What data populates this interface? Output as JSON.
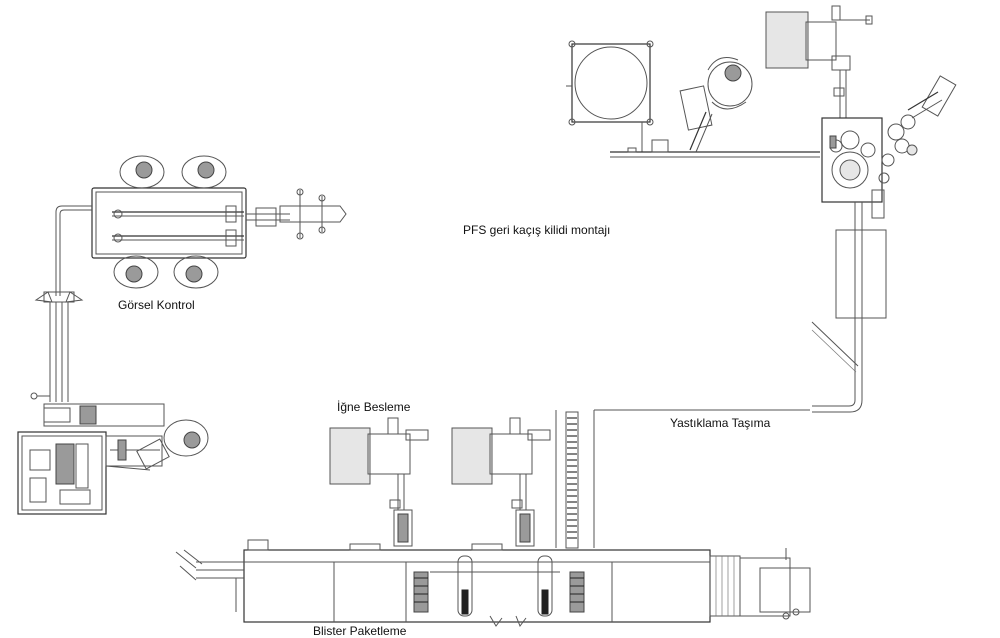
{
  "labels": {
    "gorsel_kontrol": "Görsel Kontrol",
    "pfs_montaj": "PFS geri kaçış kilidi montajı",
    "igne_besleme": "İğne Besleme",
    "yastiklama_tasima": "Yastıklama Taşıma",
    "blister_paketleme": "Blister Paketleme"
  }
}
